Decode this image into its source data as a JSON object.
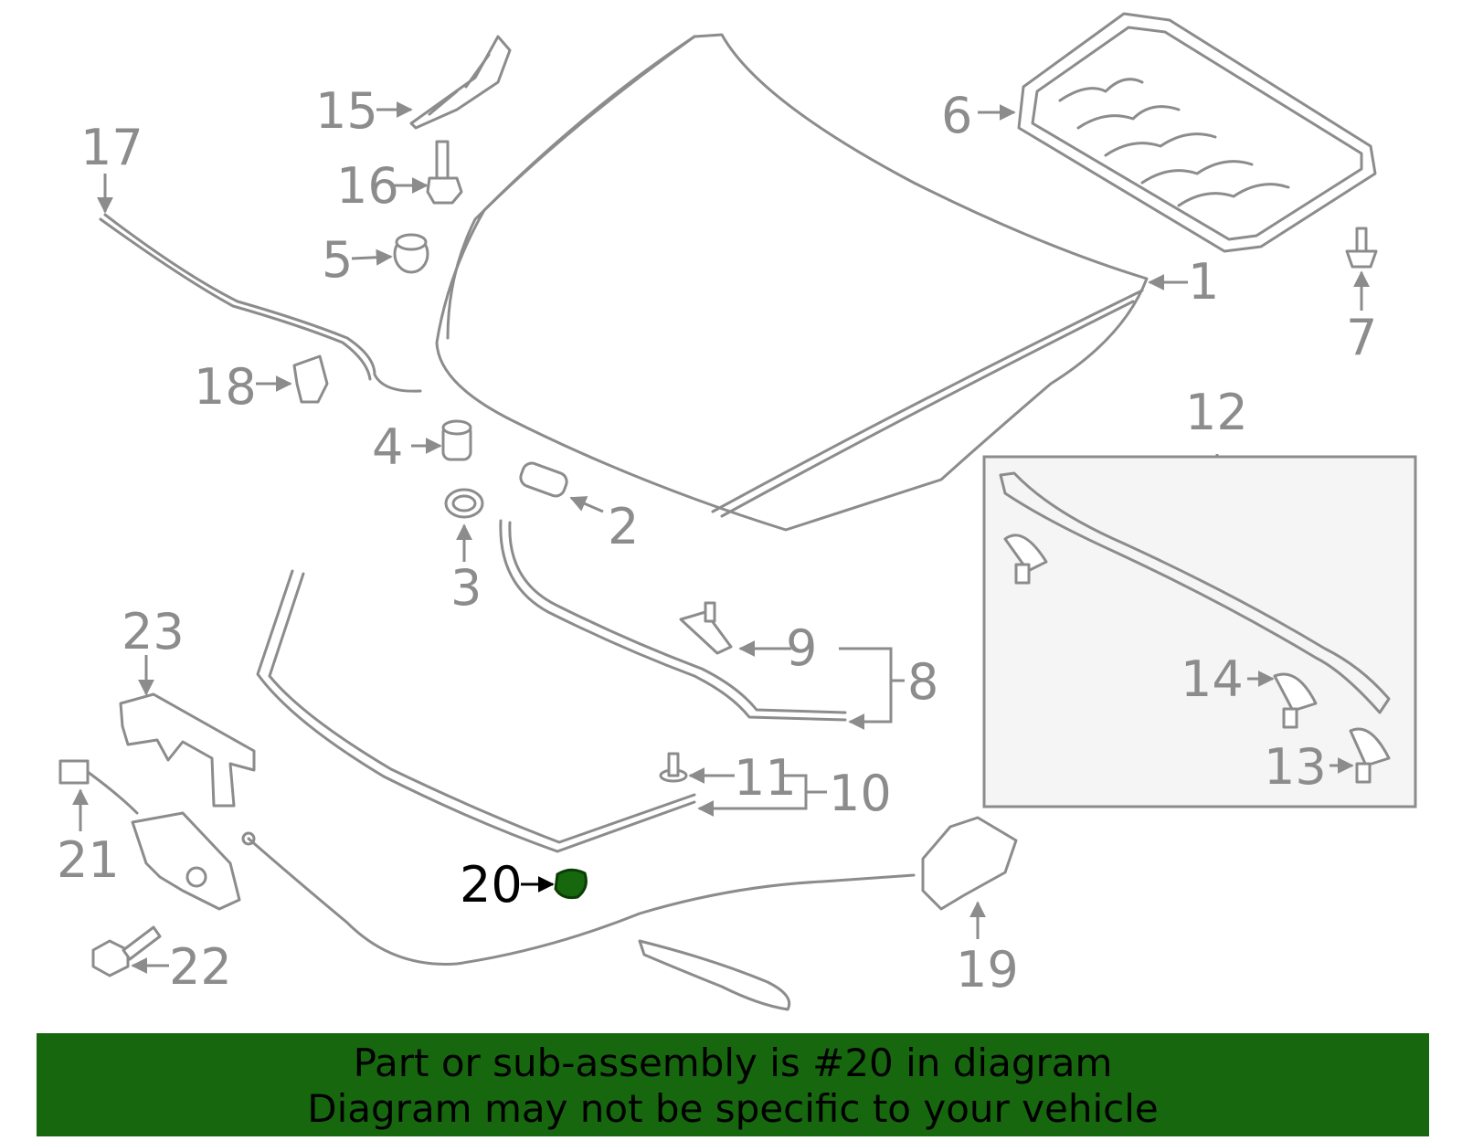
{
  "callouts": {
    "c1": "1",
    "c2": "2",
    "c3": "3",
    "c4": "4",
    "c5": "5",
    "c6": "6",
    "c7": "7",
    "c8": "8",
    "c9": "9",
    "c10": "10",
    "c11": "11",
    "c12": "12",
    "c13": "13",
    "c14": "14",
    "c15": "15",
    "c16": "16",
    "c17": "17",
    "c18": "18",
    "c19": "19",
    "c20": "20",
    "c21": "21",
    "c22": "22",
    "c23": "23"
  },
  "highlight": {
    "part_number": "20",
    "color": "#17670f"
  },
  "banner": {
    "line1": "Part or sub-assembly is #20 in diagram",
    "line2": "Diagram may not be specific to your vehicle",
    "background": "#17670f"
  }
}
